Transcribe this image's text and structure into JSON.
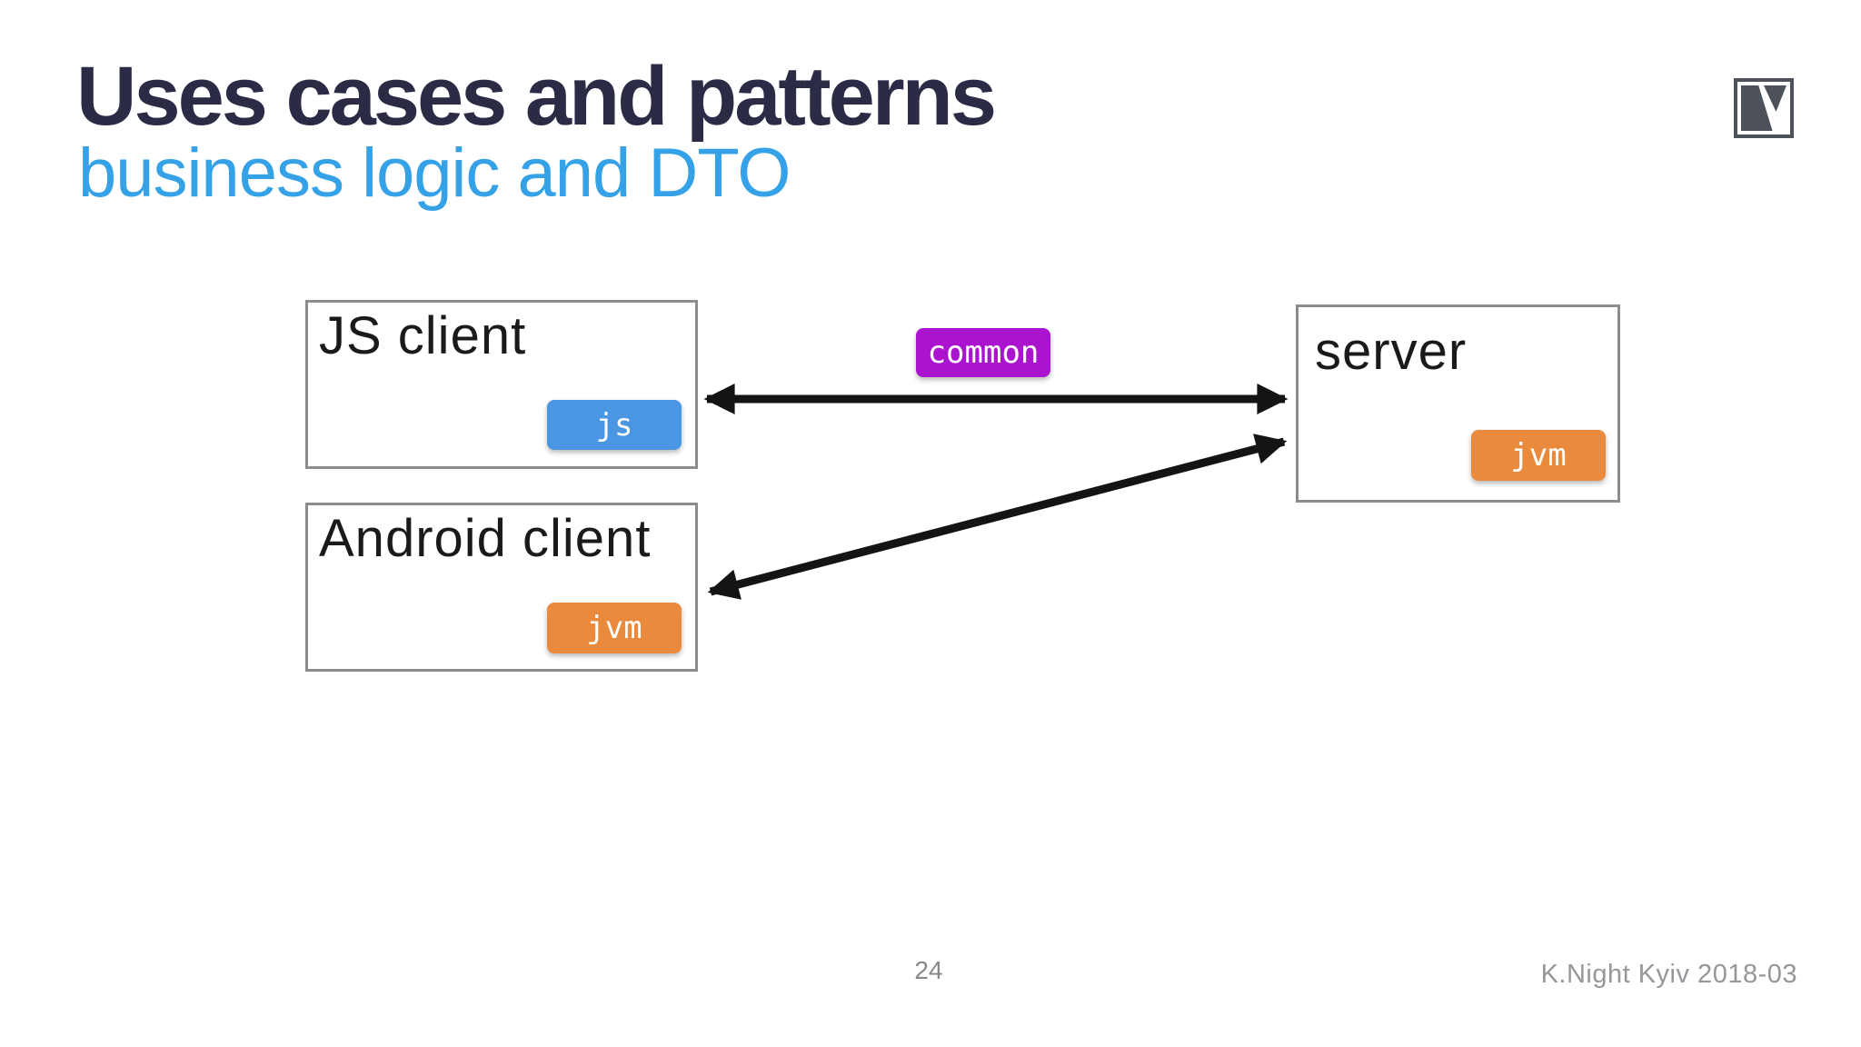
{
  "slide": {
    "title": "Uses cases and patterns",
    "subtitle": "business logic and DTO",
    "page_number": "24",
    "footer_credit": "K.Night Kyiv 2018-03"
  },
  "logo": {
    "icon": "v-square-logo-icon"
  },
  "diagram": {
    "boxes": [
      {
        "id": "js-client",
        "label": "JS client",
        "badge": "js"
      },
      {
        "id": "android-client",
        "label": "Android client",
        "badge": "jvm"
      },
      {
        "id": "server",
        "label": "server",
        "badge": "jvm"
      }
    ],
    "connections": [
      {
        "from": "js-client",
        "to": "server",
        "label": "common",
        "style": "double-arrow"
      },
      {
        "from": "android-client",
        "to": "server",
        "label": "",
        "style": "double-arrow"
      }
    ]
  },
  "colors": {
    "title_text": "#2b2b46",
    "subtitle_text": "#35a2e8",
    "box_border": "#8c8c8c",
    "box_label_text": "#1a1a1a",
    "badge_js": "#4a96e2",
    "badge_jvm": "#e98a3c",
    "badge_common": "#aa14cf",
    "badge_text": "#ffffff",
    "arrow": "#141414",
    "logo": "#4d525a",
    "page_number_text": "#87878c",
    "footer_text": "#96969b"
  }
}
